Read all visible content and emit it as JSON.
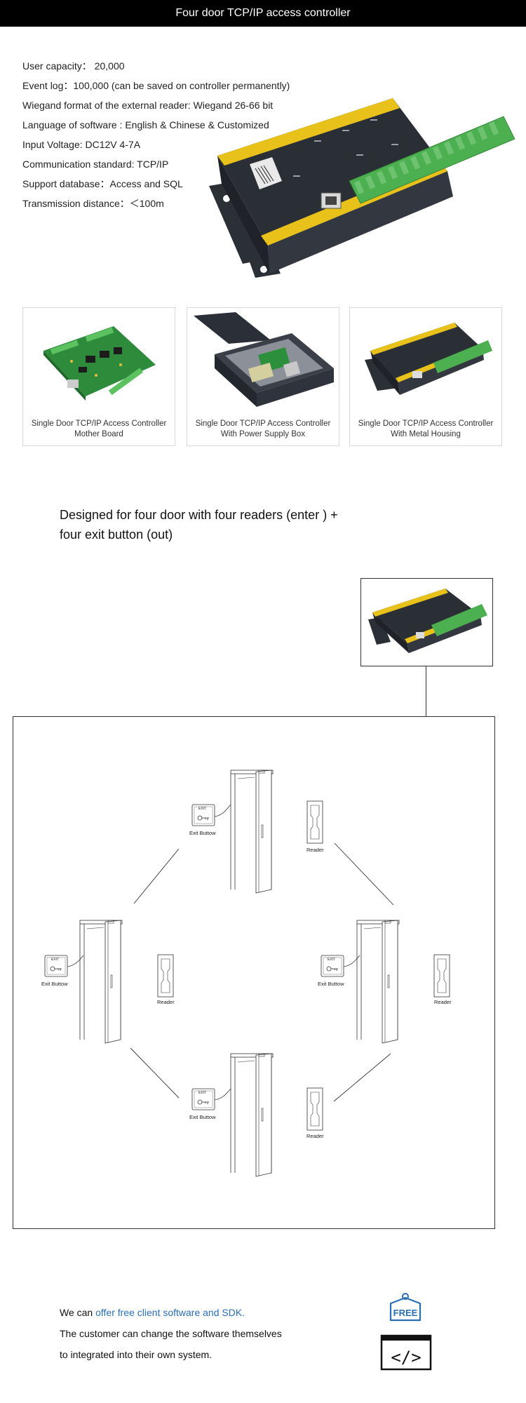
{
  "header": {
    "title": "Four door TCP/IP access controller"
  },
  "specs": [
    "User capacity：  20,000",
    "Event log：100,000   (can be saved on controller permanently)",
    "Wiegand format of the external reader: Wiegand 26-66 bit",
    "Language of software : English & Chinese & Customized",
    "Input Voltage: DC12V 4-7A",
    "Communication standard: TCP/IP",
    "Support database：Access and SQL",
    "Transmission distance：＜100m"
  ],
  "products": [
    {
      "line1": "Single Door TCP/IP Access Controller",
      "line2": "Mother Board"
    },
    {
      "line1": "Single Door TCP/IP Access Controller",
      "line2": "With Power Supply Box"
    },
    {
      "line1": "Single Door TCP/IP Access Controller",
      "line2": "With Metal Housing"
    }
  ],
  "section": {
    "line1": "Designed for four door with four readers (enter ) +",
    "line2": "four exit button (out)"
  },
  "diagram": {
    "exit_label": "Exit Buttow",
    "reader_label": "Reader",
    "exit_badge": "EXIT"
  },
  "bottom": {
    "prefix": "We can ",
    "highlight": "offer free client software and SDK.",
    "line2": "The customer can change the software themselves",
    "line3": "to integrated into their own system."
  },
  "icons": {
    "free_badge_text": "FREE",
    "code_icon_text": "</>"
  },
  "colors": {
    "header_bg": "#000000",
    "accent": "#2a6fb4",
    "controller_yellow": "#e8c21a",
    "terminal_green": "#4caf50",
    "board_green": "#2e8b3c"
  }
}
